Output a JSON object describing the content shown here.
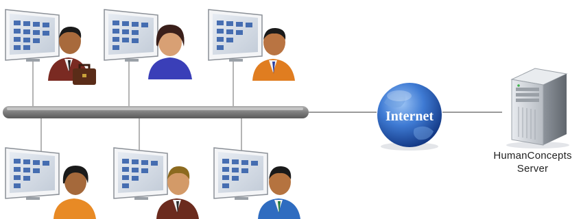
{
  "globe": {
    "label": "Internet"
  },
  "server": {
    "label_line1": "HumanConcepts",
    "label_line2": "Server"
  },
  "workstations": [
    {
      "person": "businessman with briefcase",
      "skin": "#a86a3c",
      "hair": "#1a1a1a",
      "shirt": "#7a2a22"
    },
    {
      "person": "woman",
      "skin": "#d8a074",
      "hair": "#3a1f1a",
      "shirt": "#3a3fb8"
    },
    {
      "person": "man",
      "skin": "#b97442",
      "hair": "#1a1a1a",
      "shirt": "#e07d20"
    },
    {
      "person": "woman",
      "skin": "#a5693b",
      "hair": "#1a1a1a",
      "shirt": "#e88a25"
    },
    {
      "person": "man",
      "skin": "#d39a68",
      "hair": "#8c6a1f",
      "shirt": "#6b2b1e"
    },
    {
      "person": "man",
      "skin": "#b5733f",
      "hair": "#1a1a1a",
      "shirt": "#2f6cc0"
    }
  ],
  "colors": {
    "bus": "#8c8c8c",
    "line": "#9a9a9a",
    "globe": "#2a5fb8",
    "server": "#cfd3d8"
  }
}
